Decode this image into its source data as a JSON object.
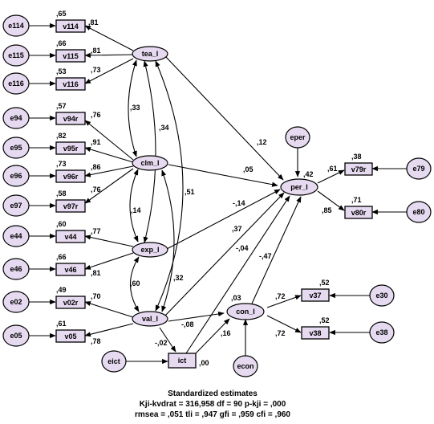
{
  "nodes": {
    "e114": "e114",
    "e115": "e115",
    "e116": "e116",
    "e94": "e94",
    "e95": "e95",
    "e96": "e96",
    "e97": "e97",
    "e44": "e44",
    "e46": "e46",
    "e02": "e02",
    "e05": "e05",
    "v114": "v114",
    "v115": "v115",
    "v116": "v116",
    "v94r": "v94r",
    "v95r": "v95r",
    "v96r": "v96r",
    "v97r": "v97r",
    "v44": "v44",
    "v46": "v46",
    "v02r": "v02r",
    "v05": "v05",
    "tea_l": "tea_l",
    "clm_l": "clm_l",
    "exp_l": "exp_l",
    "val_l": "val_l",
    "per_l": "per_l",
    "con_l": "con_l",
    "eper": "eper",
    "eict": "eict",
    "ict": "ict",
    "econ": "econ",
    "v79r": "v79r",
    "v80r": "v80r",
    "e79": "e79",
    "e80": "e80",
    "v37": "v37",
    "v38": "v38",
    "e30": "e30",
    "e38": "e38"
  },
  "squared": {
    "v114": ",65",
    "v115": ",66",
    "v116": ",53",
    "v94r": ",57",
    "v95r": ",82",
    "v96r": ",73",
    "v97r": ",58",
    "v44": ",60",
    "v46": ",66",
    "v02r": ",49",
    "v05": ",61",
    "per_l": ",42",
    "con_l": ",03",
    "ict": ",00",
    "v79r": ",38",
    "v80r": ",71",
    "v37": ",52",
    "v38": ",52"
  },
  "loadings": {
    "v114": ",81",
    "v115": ",81",
    "v116": ",73",
    "v94r": ",76",
    "v95r": ",91",
    "v96r": ",86",
    "v97r": ",76",
    "v44": ",77",
    "v46": ",81",
    "v02r": ",70",
    "v05": ",78",
    "v79r": ",61",
    "v80r": ",85",
    "v37": ",72",
    "v38": ",72"
  },
  "paths": {
    "tea_per": ",12",
    "clm_per": ",05",
    "exp_per": "-,14",
    "val_per": ",37",
    "ict_per": "-,04",
    "con_per": "-,47",
    "val_con": "-,08",
    "val_ict": "-,02",
    "ict_con": ",16"
  },
  "correlations": {
    "tea_clm": ",33",
    "tea_exp": ",34",
    "tea_val": ",51",
    "clm_exp": ",14",
    "clm_val": ",32",
    "exp_val": ",60"
  },
  "footer": {
    "title": "Standardized estimates",
    "line1": "Kji-kvdrat = 316,958   df = 90   p-kji = ,000",
    "line2": "rmsea = ,051   tli = ,947   gfi = ,959   cfi = ,960"
  }
}
